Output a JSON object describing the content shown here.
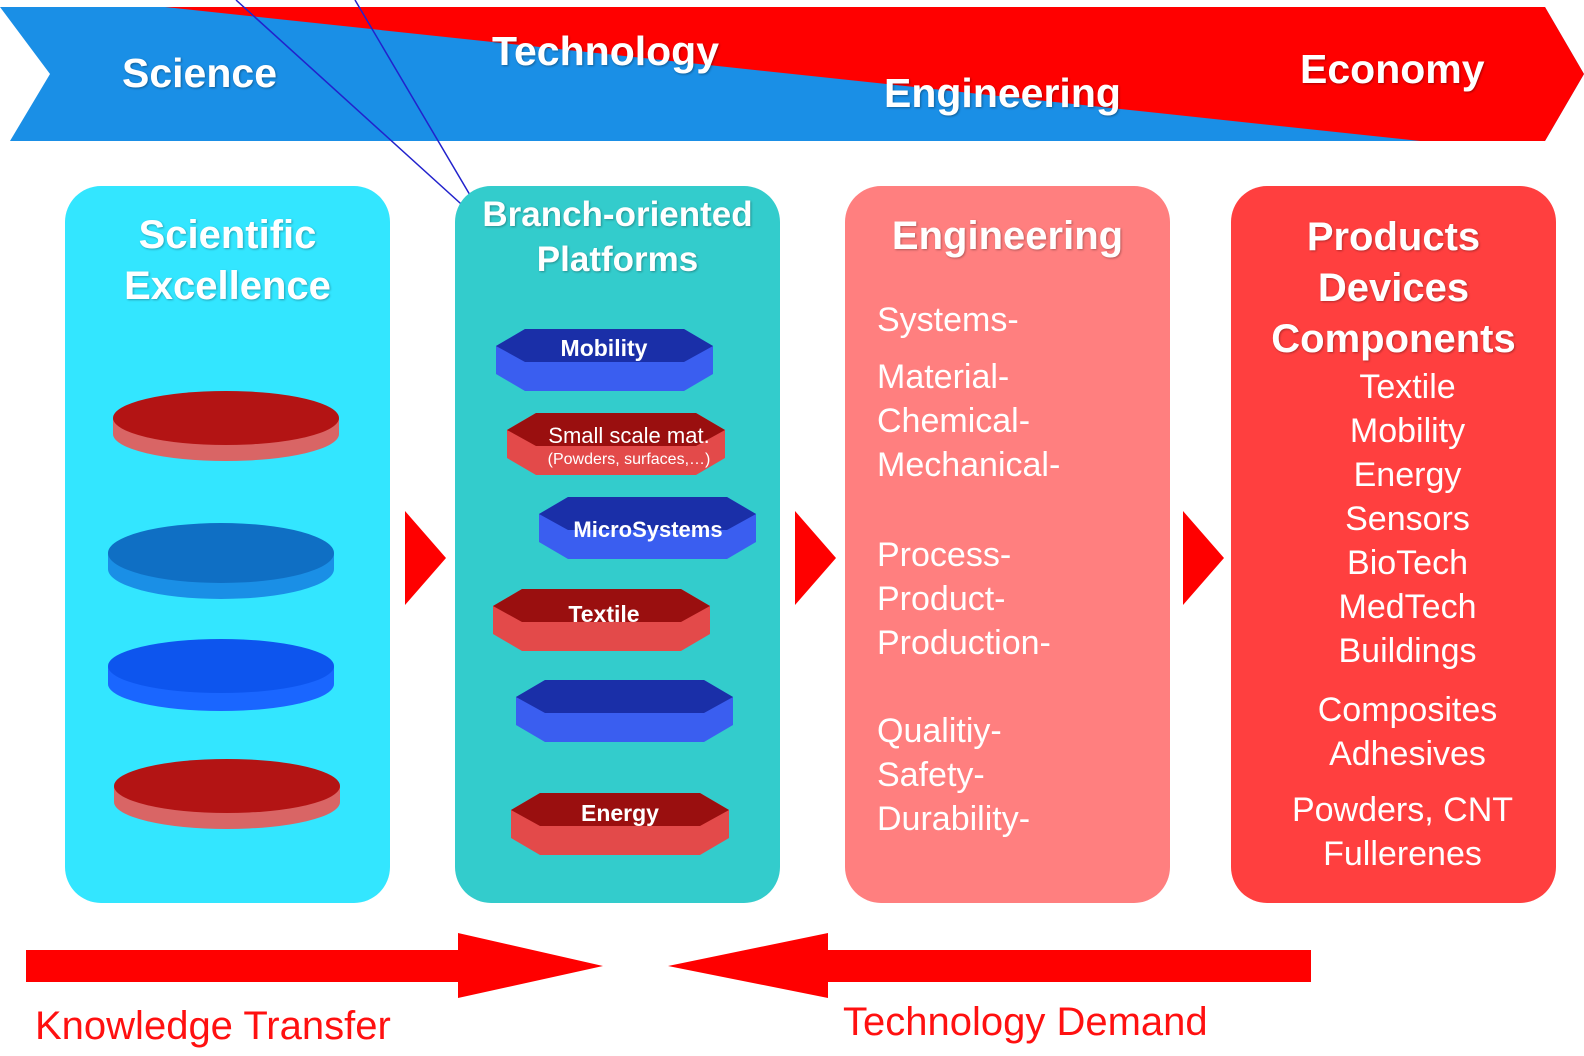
{
  "band": {
    "science": "Science",
    "technology": "Technology",
    "engineering": "Engineering",
    "economy": "Economy"
  },
  "columns": {
    "scientific": {
      "title": "Scientific\nExcellence"
    },
    "branch": {
      "title": "Branch-oriented\nPlatforms"
    },
    "engineering": {
      "title": "Engineering"
    },
    "products": {
      "title": "Products\nDevices\nComponents"
    }
  },
  "platforms": {
    "mobility": "Mobility",
    "small_scale": "Small scale mat.",
    "small_scale_sub": "(Powders, surfaces,…)",
    "microsystems": "MicroSystems",
    "textile": "Textile",
    "energy": "Energy"
  },
  "engineering_items": [
    "Systems-",
    "Material-\nChemical-\nMechanical-",
    "Process-\nProduct-\nProduction-",
    "Qualitiy-\nSafety-\nDurability-"
  ],
  "products_items": [
    "Textile\nMobility\nEnergy\nSensors\nBioTech\nMedTech\nBuildings",
    "Composites\nAdhesives",
    "Powders, CNT\nFullerenes"
  ],
  "bottom": {
    "knowledge_transfer": "Knowledge Transfer",
    "technology_demand": "Technology Demand"
  },
  "colors": {
    "blue_band": "#1a8fe6",
    "red_band": "#ff0000",
    "col_scientific": "#33e6ff",
    "col_branch": "#33cccc",
    "col_engineering": "#ff7f7f",
    "col_products": "#ff3f3f",
    "arrow_red": "#ff0000",
    "label_red": "#ff1010"
  }
}
